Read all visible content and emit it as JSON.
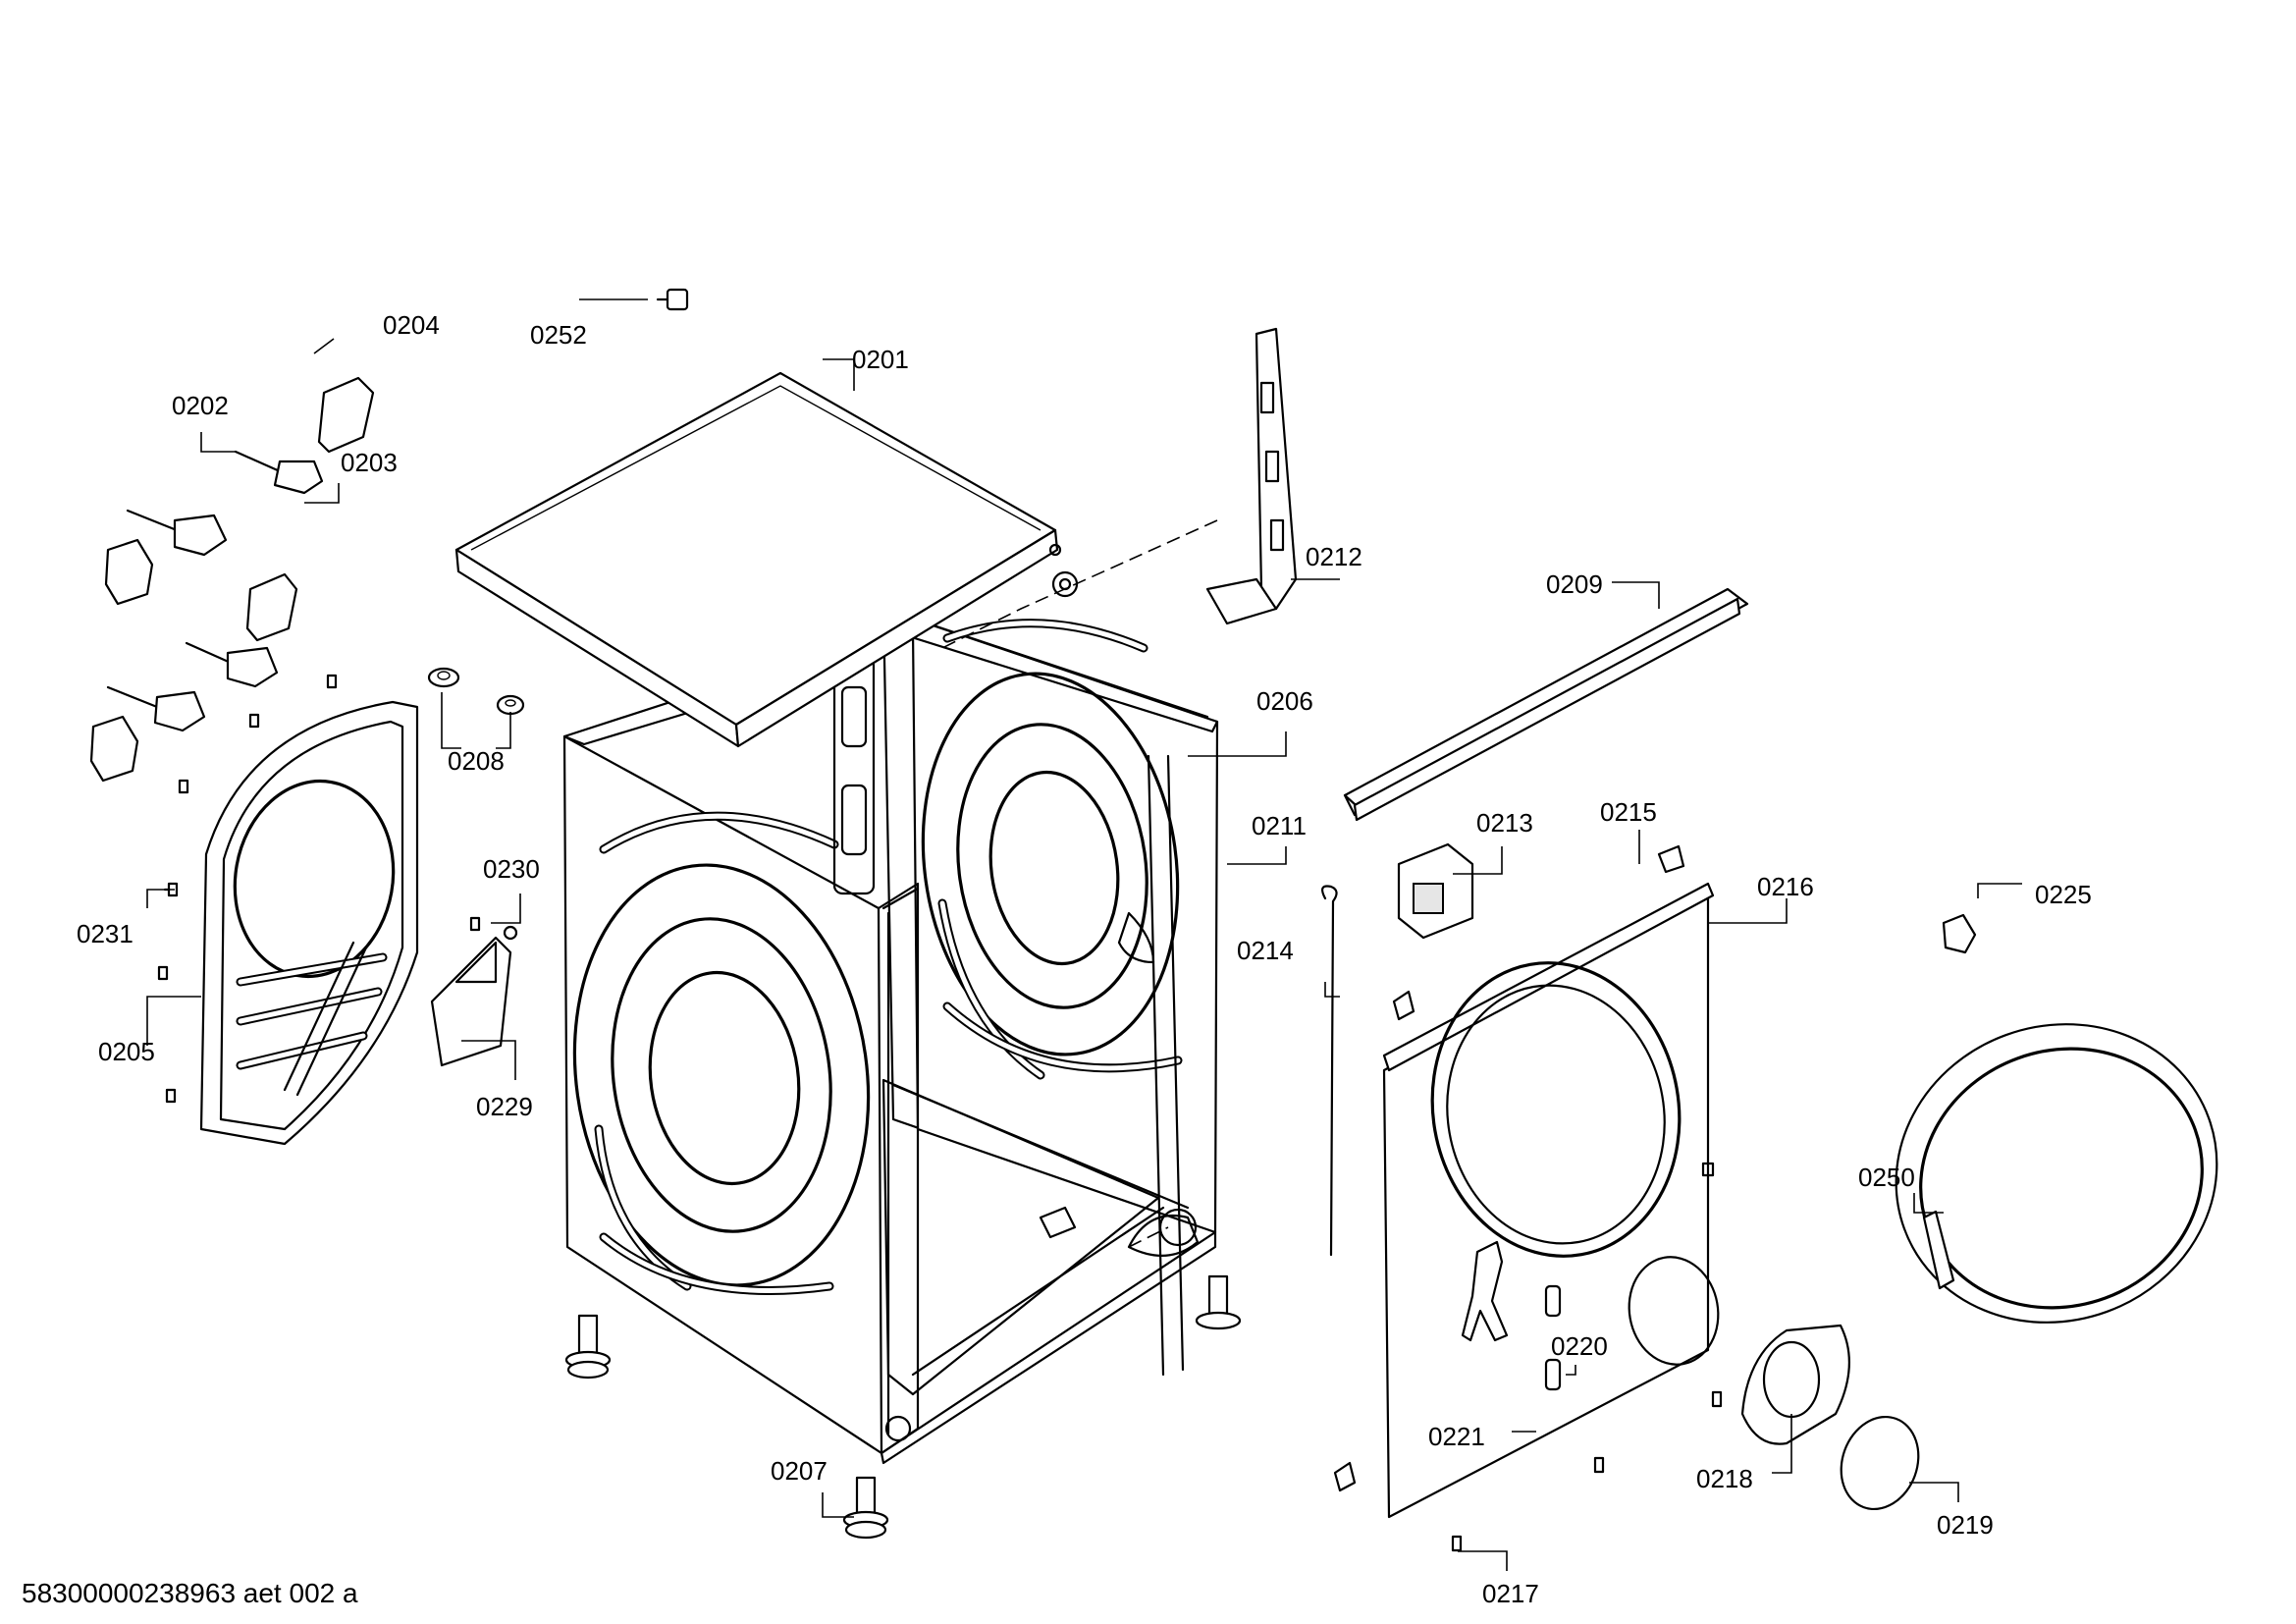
{
  "footer": {
    "code": "58300000238963 aet 002 a"
  },
  "labels": {
    "p0201": "0201",
    "p0202": "0202",
    "p0203": "0203",
    "p0204": "0204",
    "p0205": "0205",
    "p0206": "0206",
    "p0207": "0207",
    "p0208": "0208",
    "p0209": "0209",
    "p0211": "0211",
    "p0212": "0212",
    "p0213": "0213",
    "p0214": "0214",
    "p0215": "0215",
    "p0216": "0216",
    "p0217": "0217",
    "p0218": "0218",
    "p0219": "0219",
    "p0220": "0220",
    "p0221": "0221",
    "p0225": "0225",
    "p0229": "0229",
    "p0230": "0230",
    "p0231": "0231",
    "p0250": "0250",
    "p0252": "0252"
  }
}
